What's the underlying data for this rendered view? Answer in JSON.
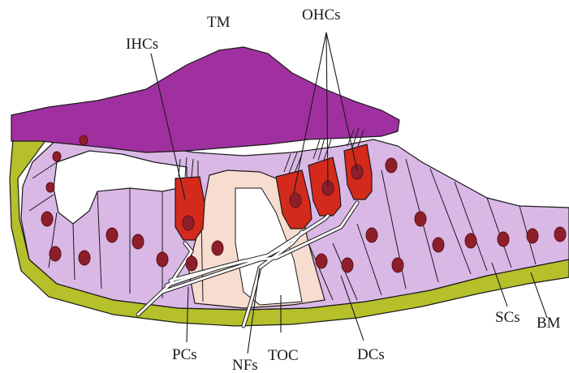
{
  "labels": {
    "tm": "TM",
    "ohcs": "OHCs",
    "ihcs": "IHCs",
    "pcs": "PCs",
    "nfs": "NFs",
    "toc": "TOC",
    "dcs": "DCs",
    "scs": "SCs",
    "bm": "BM"
  },
  "colors": {
    "tectorial_membrane": "#a030a0",
    "basilar_membrane": "#b5c02a",
    "supporting_cells": "#d9b8e6",
    "hair_cells": "#d42a1c",
    "nuclei": "#8e1f2a",
    "tunnel": "#f7dcd0",
    "outline": "#1a1a1a"
  }
}
